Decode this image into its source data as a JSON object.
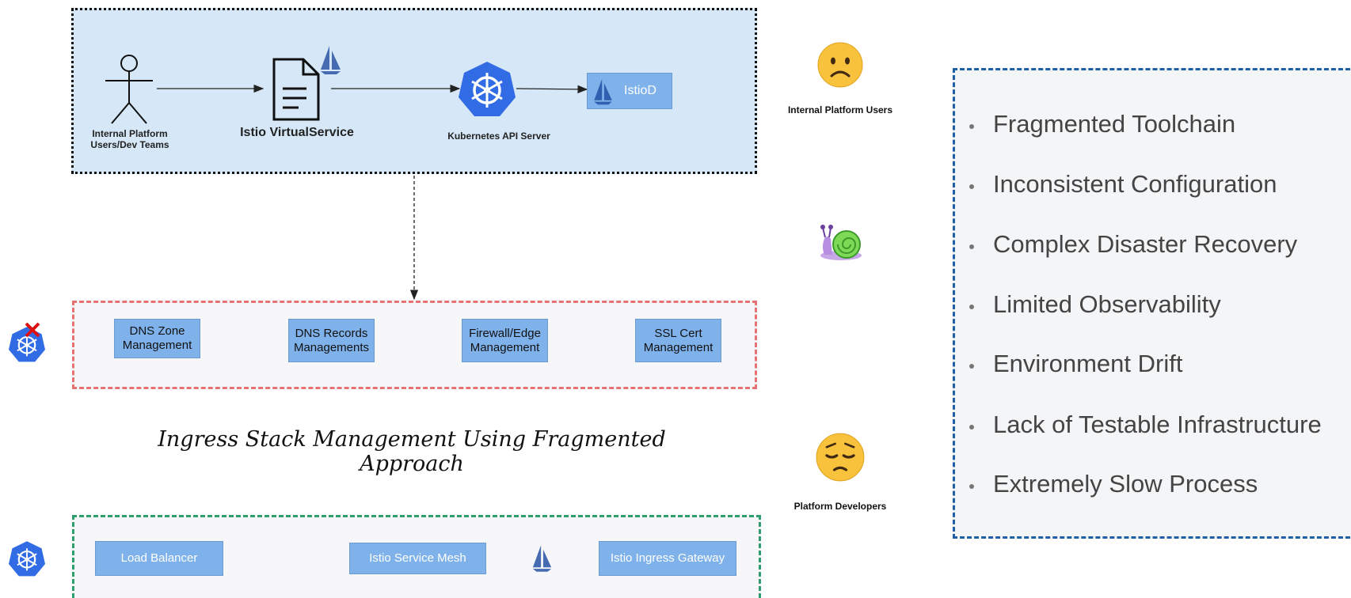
{
  "top_flow": {
    "actor_label": "Internal Platform Users/Dev Teams",
    "virtualservice_label": "Istio VirtualService",
    "k8s_api_label": "Kubernetes API Server",
    "istiod_label": "IstioD"
  },
  "fragmented_stack": {
    "items": [
      {
        "label": "DNS Zone Management"
      },
      {
        "label": "DNS Records Managements"
      },
      {
        "label": "Firewall/Edge Management"
      },
      {
        "label": "SSL Cert Management"
      }
    ]
  },
  "caption": "Ingress Stack Management Using Fragmented Approach",
  "mesh_stack": {
    "items": [
      {
        "label": "Load Balancer"
      },
      {
        "label": "Istio Service Mesh"
      },
      {
        "label": "Istio Ingress Gateway"
      }
    ]
  },
  "personas": {
    "internal_users_label": "Internal Platform Users",
    "platform_devs_label": "Platform Developers"
  },
  "problems": {
    "items": [
      "Fragmented Toolchain",
      "Inconsistent Configuration",
      "Complex Disaster Recovery",
      "Limited Observability",
      "Environment Drift",
      "Lack of Testable Infrastructure",
      "Extremely Slow Process"
    ]
  },
  "colors": {
    "top_panel": "#d6e8f8",
    "service_box": "#7fb2ea",
    "red_border": "#e57373",
    "green_border": "#2e9e6f",
    "blue_border": "#1f5fa8",
    "k8s_blue": "#326ce5"
  },
  "icons": [
    "person-icon",
    "document-icon",
    "istio-sail-icon",
    "kubernetes-icon",
    "sad-face-icon",
    "snail-icon",
    "pensive-face-icon",
    "red-x-icon"
  ]
}
